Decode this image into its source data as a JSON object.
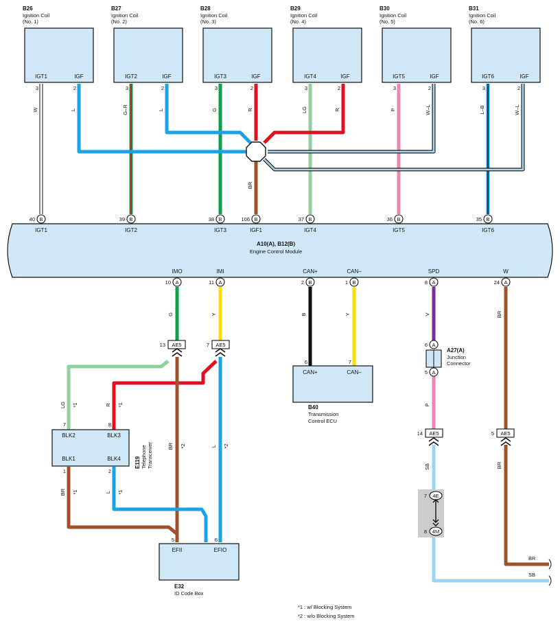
{
  "colors": {
    "box_fill": "#cfe7f7",
    "wire_L": "#1aa3e8",
    "wire_R": "#e0101e",
    "wire_G": "#0aa14a",
    "wire_LG": "#8fd19e",
    "wire_BR": "#a0522d",
    "wire_P": "#ee85b5",
    "wire_Y": "#ffdd00",
    "wire_B": "#111111",
    "wire_V": "#7a2a9a",
    "wire_SB": "#9ad4f3",
    "wire_W": "#ffffff"
  },
  "coils": [
    {
      "code": "B26",
      "name": "Ignition Coil",
      "num": "(No. 1)",
      "pin_a": "IGT1",
      "pin_b": "IGF",
      "pa": "3",
      "pb": "2",
      "wa": "W",
      "wb": "L"
    },
    {
      "code": "B27",
      "name": "Ignition Coil",
      "num": "(No. 2)",
      "pin_a": "IGT2",
      "pin_b": "IGF",
      "pa": "3",
      "pb": "2",
      "wa": "G–R",
      "wb": "L"
    },
    {
      "code": "B28",
      "name": "Ignition Coil",
      "num": "(No. 3)",
      "pin_a": "IGT3",
      "pin_b": "IGF",
      "pa": "3",
      "pb": "2",
      "wa": "G",
      "wb": "R"
    },
    {
      "code": "B29",
      "name": "Ignition Coil",
      "num": "(No. 4)",
      "pin_a": "IGT4",
      "pin_b": "IGF",
      "pa": "3",
      "pb": "2",
      "wa": "LG",
      "wb": "R"
    },
    {
      "code": "B30",
      "name": "Ignition Coil",
      "num": "(No. 5)",
      "pin_a": "IGT5",
      "pin_b": "IGF",
      "pa": "3",
      "pb": "2",
      "wa": "P",
      "wb": "W–L"
    },
    {
      "code": "B31",
      "name": "Ignition Coil",
      "num": "(No. 6)",
      "pin_a": "IGT6",
      "pin_b": "IGF",
      "pa": "3",
      "pb": "2",
      "wa": "L–B",
      "wb": "W–L"
    }
  ],
  "ecm": {
    "code": "A10(A), B12(B)",
    "name": "Engine Control Module",
    "top_pins": [
      {
        "num": "40",
        "conn": "B",
        "label": "IGT1"
      },
      {
        "num": "39",
        "conn": "B",
        "label": "IGT2"
      },
      {
        "num": "38",
        "conn": "B",
        "label": "IGT3"
      },
      {
        "num": "106",
        "conn": "B",
        "label": "IGF1"
      },
      {
        "num": "37",
        "conn": "B",
        "label": "IGT4"
      },
      {
        "num": "36",
        "conn": "B",
        "label": "IGT5"
      },
      {
        "num": "35",
        "conn": "B",
        "label": "IGT6"
      }
    ],
    "bottom_pins": [
      {
        "num": "10",
        "conn": "A",
        "label": "IMO"
      },
      {
        "num": "11",
        "conn": "A",
        "label": "IMI"
      },
      {
        "num": "2",
        "conn": "B",
        "label": "CAN+"
      },
      {
        "num": "1",
        "conn": "B",
        "label": "CAN–"
      },
      {
        "num": "8",
        "conn": "A",
        "label": "SPD"
      },
      {
        "num": "24",
        "conn": "A",
        "label": "W"
      }
    ]
  },
  "splice_wire": "BR",
  "bottom_wires": {
    "imo": "G",
    "imi": "Y",
    "canp": "B",
    "canm": "Y",
    "spd": "V",
    "w": "BR",
    "w2": "BR"
  },
  "ae5": {
    "label": "AE5",
    "pins": [
      "13",
      "7",
      "14",
      "5"
    ]
  },
  "junction": {
    "code": "A27(A)",
    "name": "Junction",
    "name2": "Connector",
    "conn": "A",
    "pin_top": "6",
    "pin_bot": "5",
    "wire_below": "P",
    "wire_sb": "SB"
  },
  "inline_conn": {
    "pin_top": "7",
    "id_top": "4E",
    "pin_bot": "8",
    "id_bot": "4M"
  },
  "tcm": {
    "code": "B40",
    "name": "Transmission",
    "name2": "Control ECU",
    "pin_a": "CAN+",
    "pin_b": "CAN–",
    "pa": "6",
    "pb": "7"
  },
  "telephone": {
    "code": "E119",
    "name": "Telephone",
    "name2": "Transceiver",
    "pins": [
      {
        "num": "7",
        "label": "BLK2",
        "wire": "LG"
      },
      {
        "num": "8",
        "label": "BLK3",
        "wire": "R"
      },
      {
        "num": "1",
        "label": "BLK1",
        "wire": "BR"
      },
      {
        "num": "2",
        "label": "BLK4",
        "wire": "L"
      }
    ]
  },
  "idbox": {
    "code": "E32",
    "name": "ID Code Box",
    "pin_a": "EFII",
    "pin_b": "EFIO",
    "pa": "5",
    "pb": "6",
    "wa": "BR",
    "wb": "L"
  },
  "notes": {
    "n1": "*1",
    "n2": "*2",
    "m1": "*1 : w/ Blocking System",
    "m2": "*2 : w/o Blocking System"
  },
  "edge_labels": {
    "br": "BR",
    "sb": "SB"
  }
}
